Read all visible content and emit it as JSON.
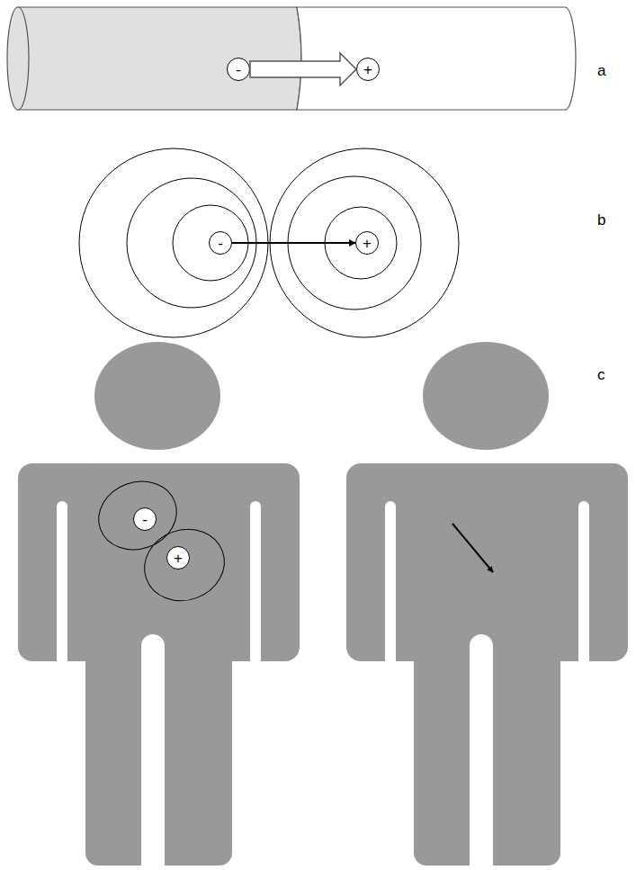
{
  "diagram": {
    "nodes": [
      {
        "text": [
          "-"
        ]
      },
      {
        "text": [
          "+"
        ]
      },
      {
        "text": [
          "-"
        ]
      },
      {
        "text": [
          "+"
        ]
      },
      {
        "text": [
          "-"
        ]
      },
      {
        "text": [
          "+"
        ]
      }
    ],
    "edges": [
      {
        "from": 0,
        "to": 1,
        "arrow": "to"
      },
      {
        "from": 2,
        "to": 3,
        "arrow": "to"
      }
    ],
    "labels": [
      "a",
      "b",
      "c"
    ]
  }
}
